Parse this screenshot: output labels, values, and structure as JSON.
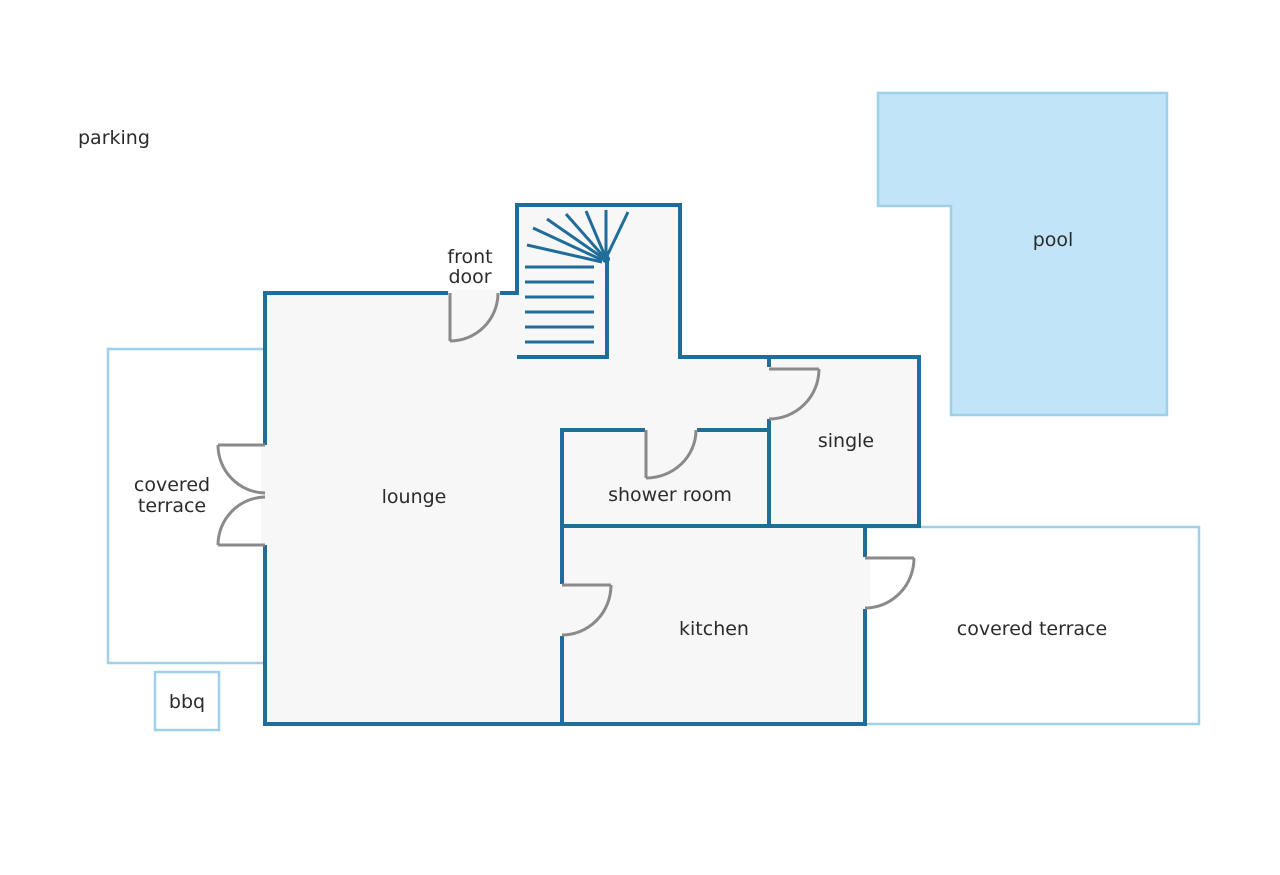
{
  "labels": {
    "parking": "parking",
    "pool": "pool",
    "front_door_line1": "front",
    "front_door_line2": "door",
    "covered_terrace_west_line1": "covered",
    "covered_terrace_west_line2": "terrace",
    "lounge": "lounge",
    "shower_room": "shower room",
    "single": "single",
    "kitchen": "kitchen",
    "covered_terrace_east": "covered terrace",
    "bbq": "bbq"
  },
  "colors": {
    "wall": "#1f6d98",
    "outdoor_outline": "#9fd0ea",
    "pool_fill": "#c2e4f8",
    "floor": "#f7f7f7",
    "door": "#8a8a8a"
  }
}
